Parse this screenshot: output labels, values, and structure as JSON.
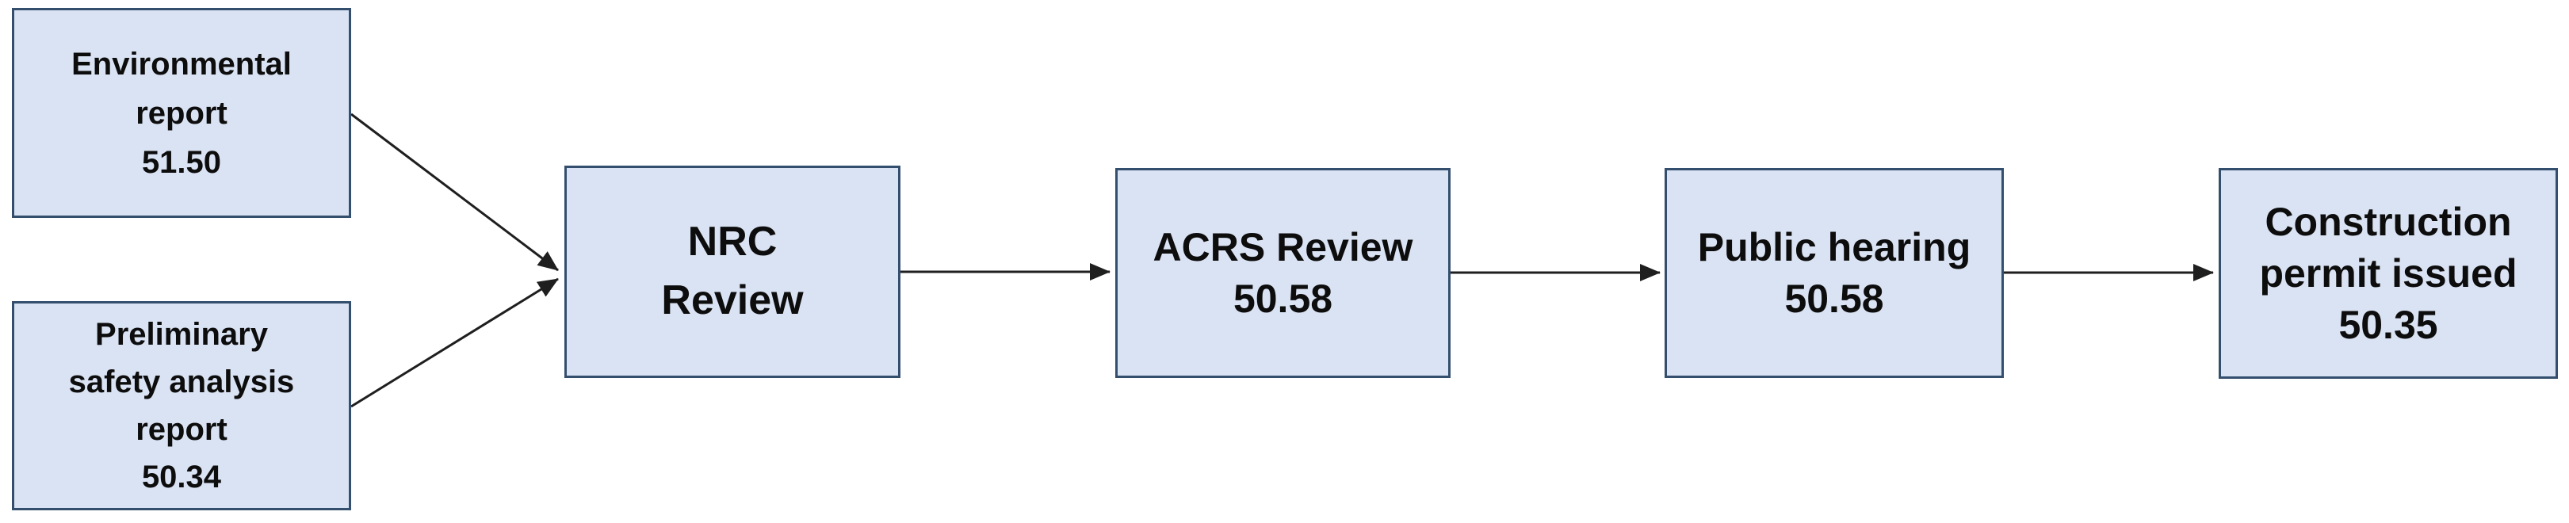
{
  "flowchart": {
    "nodes": [
      {
        "key": "environmental-report",
        "lines": [
          "Environmental",
          "report",
          "51.50"
        ]
      },
      {
        "key": "preliminary-safety-analysis-report",
        "lines": [
          "Preliminary",
          "safety analysis",
          "report",
          "50.34"
        ]
      },
      {
        "key": "nrc-review",
        "lines": [
          "NRC",
          "Review"
        ]
      },
      {
        "key": "acrs-review",
        "lines": [
          "ACRS Review",
          "50.58"
        ]
      },
      {
        "key": "public-hearing",
        "lines": [
          "Public hearing",
          "50.58"
        ]
      },
      {
        "key": "construction-permit-issued",
        "lines": [
          "Construction",
          "permit issued",
          "50.35"
        ]
      }
    ],
    "edges": [
      {
        "from": "environmental-report",
        "to": "nrc-review"
      },
      {
        "from": "preliminary-safety-analysis-report",
        "to": "nrc-review"
      },
      {
        "from": "nrc-review",
        "to": "acrs-review"
      },
      {
        "from": "acrs-review",
        "to": "public-hearing"
      },
      {
        "from": "public-hearing",
        "to": "construction-permit-issued"
      }
    ],
    "colors": {
      "node_fill": "#dae3f3",
      "node_border": "#344f6e",
      "arrow": "#1f1f1f",
      "text": "#0d0d0d",
      "background": "#ffffff"
    }
  }
}
